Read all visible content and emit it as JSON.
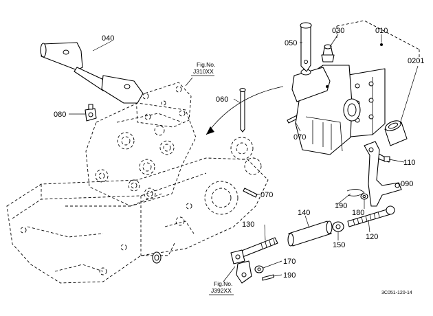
{
  "callouts": {
    "p040": "040",
    "p050": "050",
    "p030": "030",
    "p010": "010",
    "p020": "0201",
    "p060": "060",
    "p080": "080",
    "p070a": "070",
    "p070b": "070",
    "p110": "110",
    "p090": "090",
    "p190a": "190",
    "p180": "180",
    "p140": "140",
    "p130": "130",
    "p150": "150",
    "p120": "120",
    "p170": "170",
    "p190b": "190"
  },
  "figure_refs": {
    "upper": {
      "line1": "Fig.No.",
      "line2": "J310XX"
    },
    "lower": {
      "line1": "Fig.No.",
      "line2": "J392XX"
    }
  },
  "footer_code": "3C051-120-14"
}
